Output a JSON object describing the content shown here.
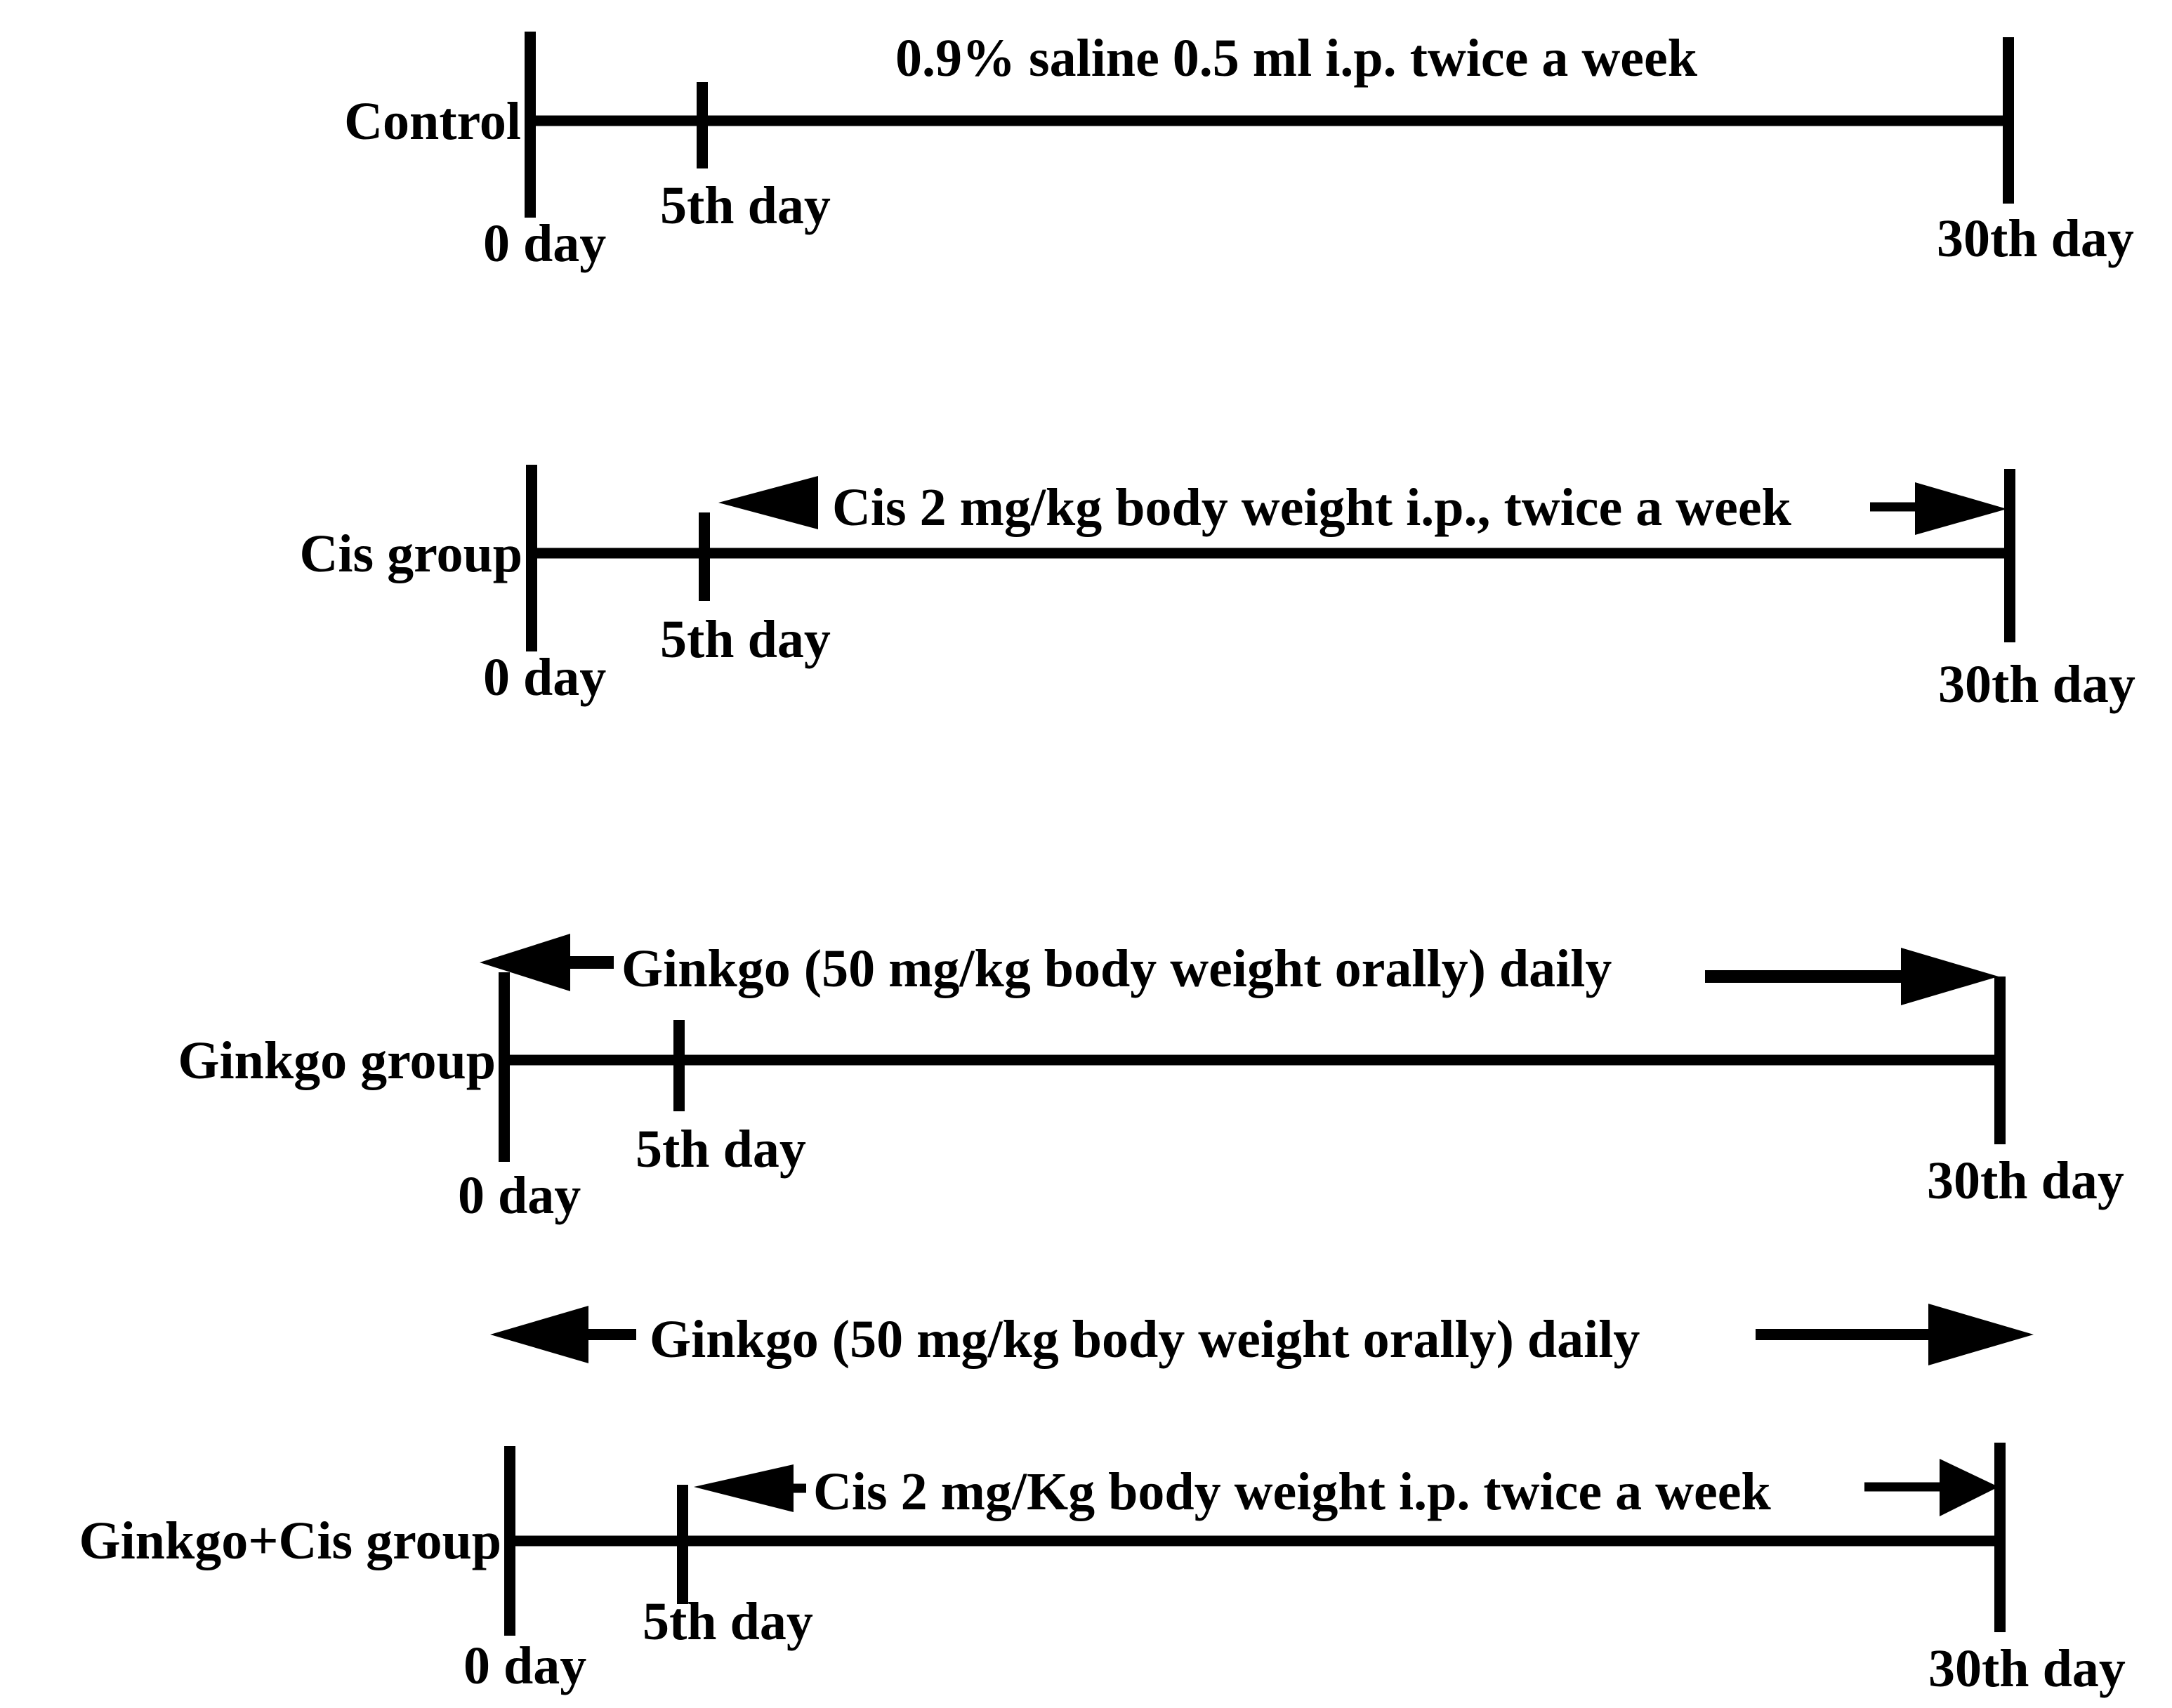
{
  "figure": {
    "type": "experimental-design-timeline",
    "colors": {
      "ink": "#000000",
      "background": "#ffffff"
    }
  },
  "groups": [
    {
      "label": "Control",
      "treatment": "0.9% saline 0.5 ml i.p. twice a week",
      "day0": "0 day",
      "day5": "5th day",
      "day30": "30th day"
    },
    {
      "label": "Cis group",
      "treatment": "Cis 2 mg/kg body weight i.p., twice a week",
      "day0": "0 day",
      "day5": "5th day",
      "day30": "30th day"
    },
    {
      "label": "Ginkgo group",
      "treatment": "Ginkgo (50 mg/kg body weight orally) daily",
      "day0": "0 day",
      "day5": "5th day",
      "day30": "30th day"
    },
    {
      "label": "Ginkgo+Cis group",
      "treatment_ginkgo": "Ginkgo (50 mg/kg body weight orally) daily",
      "treatment_cis": "Cis 2 mg/Kg body weight i.p. twice a week",
      "day0": "0 day",
      "day5": "5th day",
      "day30": "30th day"
    }
  ]
}
